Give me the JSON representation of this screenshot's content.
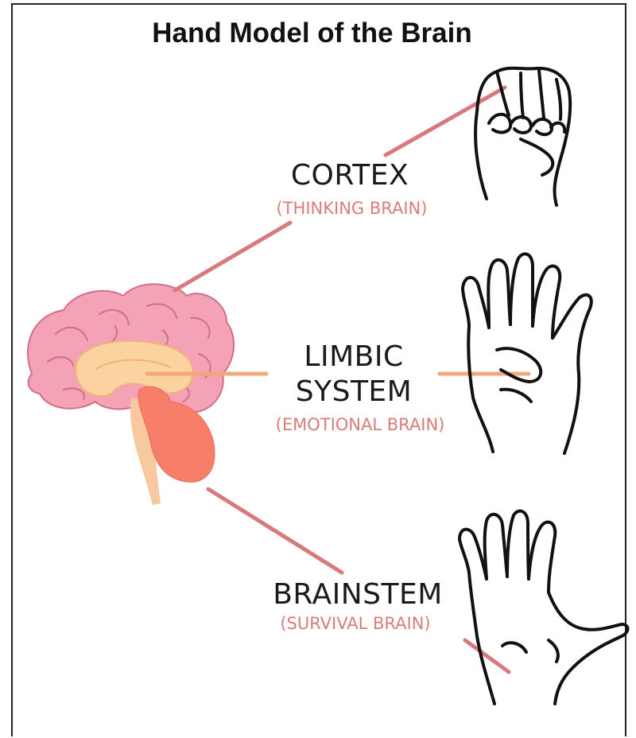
{
  "title": "Hand Model of the Brain",
  "regions": {
    "cortex": {
      "name": "CORTEX",
      "description": "(THINKING BRAIN)"
    },
    "limbic": {
      "name_line1": "LIMBIC",
      "name_line2": "SYSTEM",
      "description": "(EMOTIONAL BRAIN)"
    },
    "brainstem": {
      "name": "BRAINSTEM",
      "description": "(SURVIVAL BRAIN)"
    }
  },
  "colors": {
    "cortex_line": "#d87a7d",
    "limbic_line": "#f2a77b",
    "brainstem_line": "#d87a7d",
    "brain_pink": "#f4a3b6",
    "brain_fold": "#d16e8a",
    "limbic_fill": "#fbd3a0",
    "brainstem_fill": "#f77f6a",
    "description_text": "#d97d7a"
  },
  "icons": [
    "brain-illustration",
    "closed-fist-hand-icon",
    "thumb-folded-hand-icon",
    "open-hand-icon"
  ]
}
